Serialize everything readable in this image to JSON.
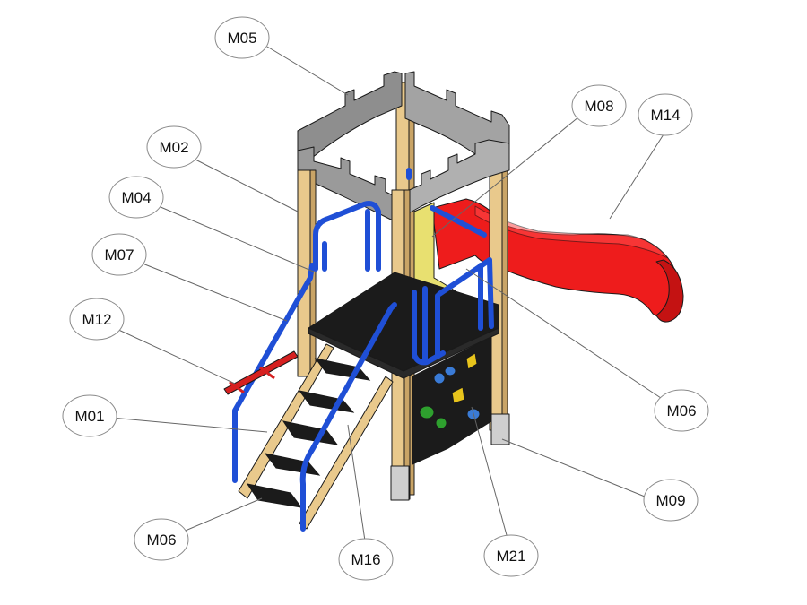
{
  "diagram": {
    "callouts": {
      "m05": "M05",
      "m02": "M02",
      "m04": "M04",
      "m07": "M07",
      "m12": "M12",
      "m01": "M01",
      "m06_left": "M06",
      "m08": "M08",
      "m14": "M14",
      "m06_right": "M06",
      "m09": "M09",
      "m16": "M16",
      "m21": "M21"
    },
    "colors": {
      "wood": "#e9c98c",
      "steel_blue": "#1f4fd6",
      "slide_red": "#ee1c1c",
      "panel_black": "#1b1b1b",
      "panel_grey": "#8e8e8e",
      "panel_yellow": "#e8e070",
      "bracket_grey": "#c9c9c9"
    }
  }
}
